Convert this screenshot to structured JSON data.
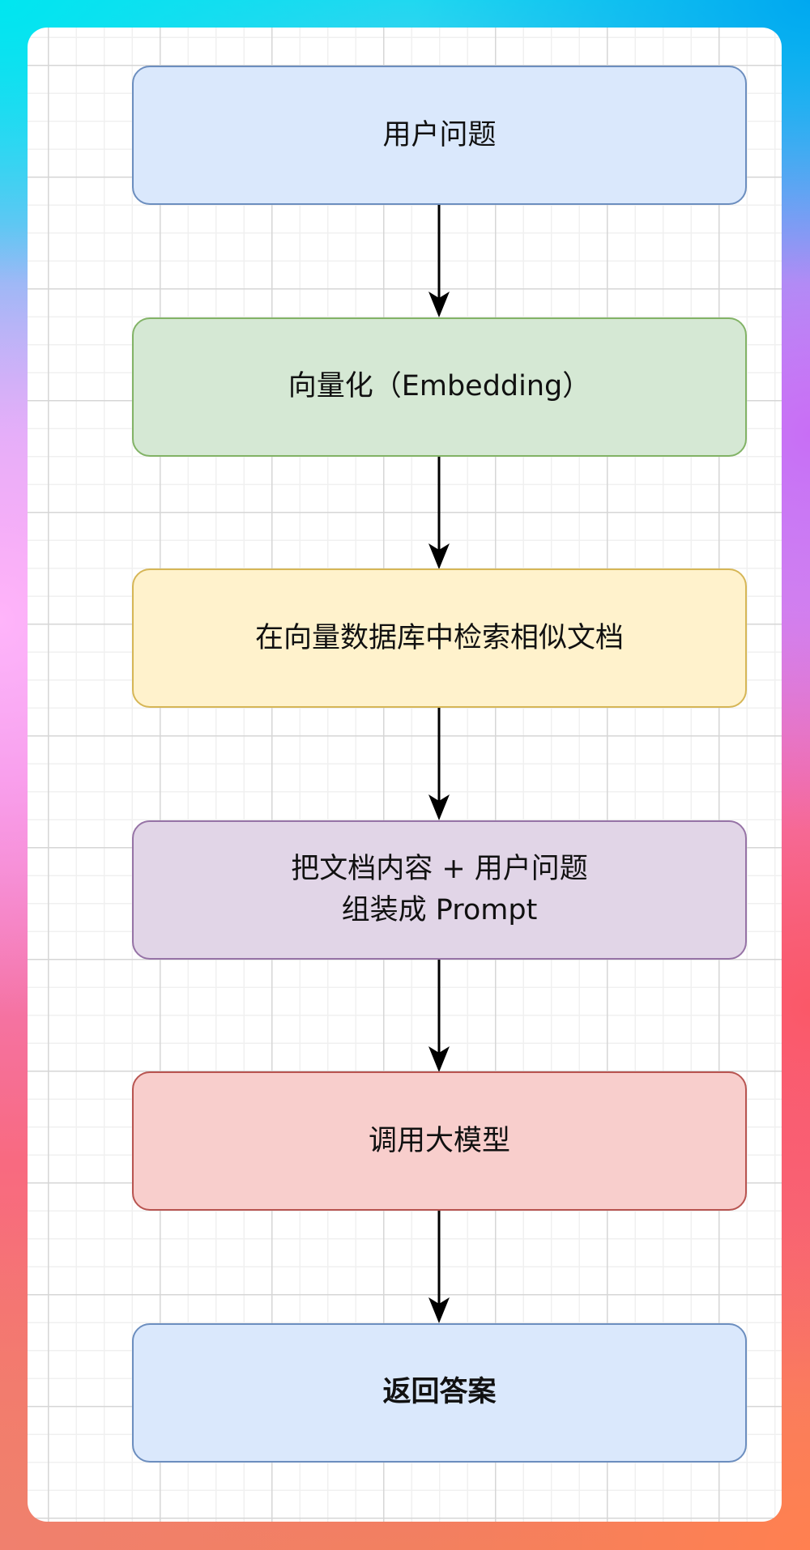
{
  "diagram": {
    "type": "flowchart",
    "direction": "top-to-bottom",
    "nodes": [
      {
        "id": "user-question",
        "label": "用户问题",
        "fill": "#dae8fc",
        "stroke": "#6c8ebf",
        "bold": false
      },
      {
        "id": "embedding",
        "label": "向量化（Embedding）",
        "fill": "#d5e8d4",
        "stroke": "#82b366",
        "bold": false
      },
      {
        "id": "vector-search",
        "label": "在向量数据库中检索相似文档",
        "fill": "#fff2cc",
        "stroke": "#d6b656",
        "bold": false
      },
      {
        "id": "assemble-prompt",
        "label": "把文档内容 + 用户问题\n组装成 Prompt",
        "fill": "#e1d5e7",
        "stroke": "#9673a6",
        "bold": false
      },
      {
        "id": "call-llm",
        "label": "调用大模型",
        "fill": "#f8cecc",
        "stroke": "#b85450",
        "bold": false
      },
      {
        "id": "return-answer",
        "label": "返回答案",
        "fill": "#dae8fc",
        "stroke": "#6c8ebf",
        "bold": true
      }
    ],
    "edges": [
      {
        "from": "user-question",
        "to": "embedding"
      },
      {
        "from": "embedding",
        "to": "vector-search"
      },
      {
        "from": "vector-search",
        "to": "assemble-prompt"
      },
      {
        "from": "assemble-prompt",
        "to": "call-llm"
      },
      {
        "from": "call-llm",
        "to": "return-answer"
      }
    ],
    "edge_color": "#000000"
  }
}
